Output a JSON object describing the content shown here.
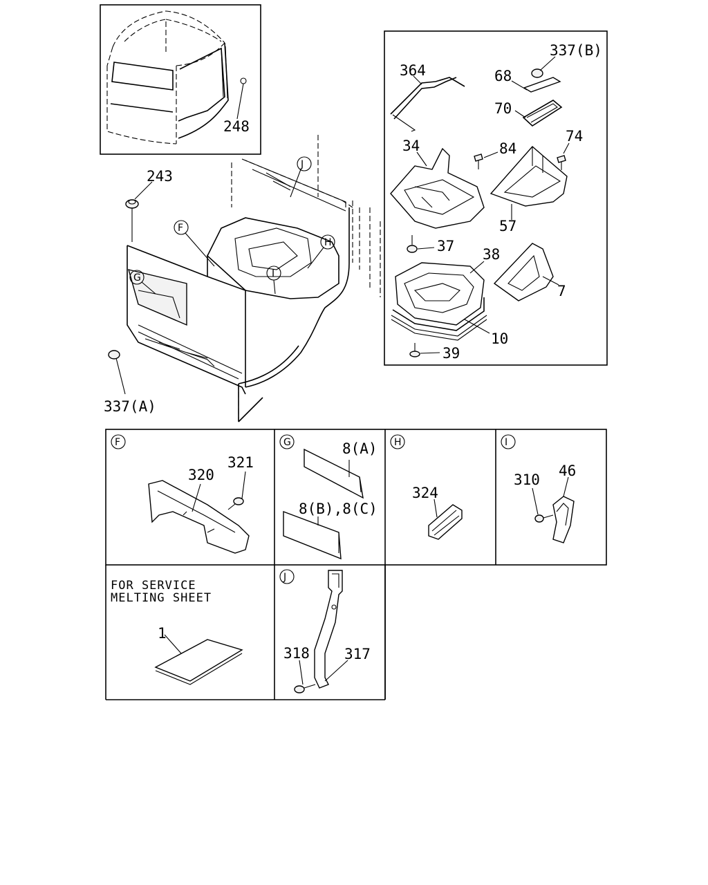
{
  "main_view": {
    "labels": {
      "p248": "248",
      "p243": "243",
      "p337a": "337(A)"
    },
    "callouts": {
      "F": "F",
      "G": "G",
      "H": "H",
      "I": "I",
      "J": "J"
    }
  },
  "exploded_box": {
    "labels": {
      "p337b": "337(B)",
      "p364": "364",
      "p68": "68",
      "p70": "70",
      "p34": "34",
      "p84": "84",
      "p74": "74",
      "p57": "57",
      "p37": "37",
      "p38": "38",
      "p7": "7",
      "p10": "10",
      "p39": "39"
    }
  },
  "detail_panels": {
    "F": {
      "callout": "F",
      "labels": [
        "320",
        "321"
      ]
    },
    "G": {
      "callout": "G",
      "labels": [
        "8(A)",
        "8(B),8(C)"
      ]
    },
    "H": {
      "callout": "H",
      "labels": [
        "324"
      ]
    },
    "I": {
      "callout": "I",
      "labels": [
        "310",
        "46"
      ]
    },
    "service": {
      "note_line1": "FOR SERVICE",
      "note_line2": "MELTING SHEET",
      "labels": [
        "1"
      ]
    },
    "J": {
      "callout": "J",
      "labels": [
        "318",
        "317"
      ]
    }
  }
}
